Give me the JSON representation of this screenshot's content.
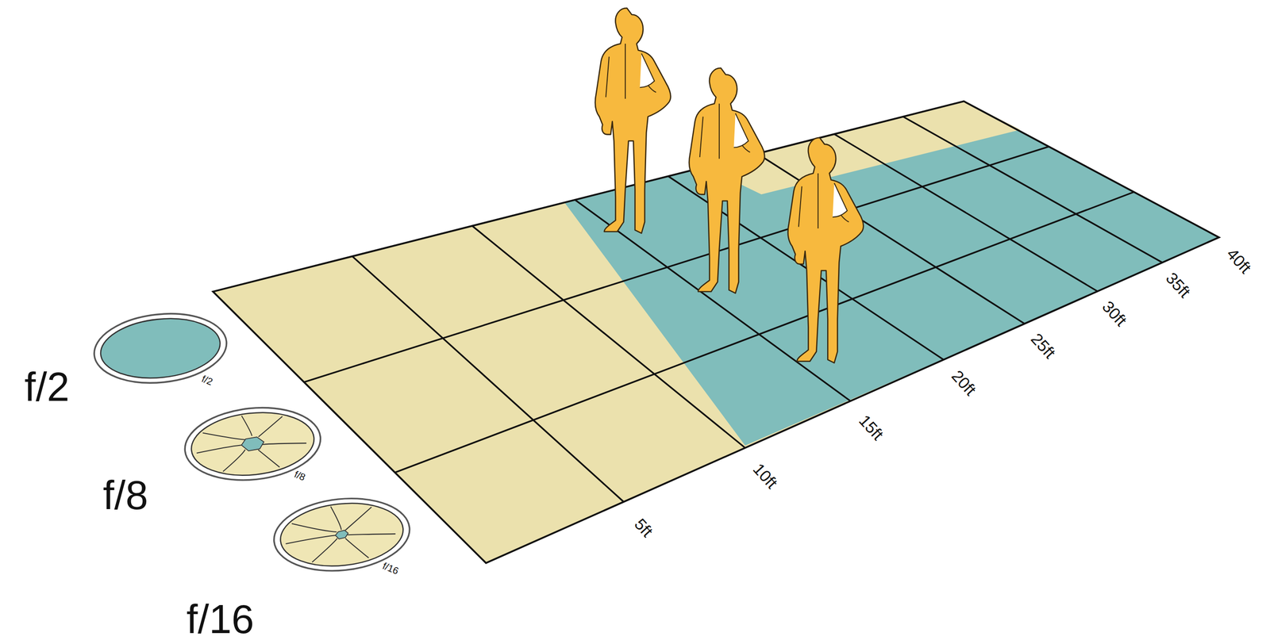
{
  "diagram": {
    "labels": [
      "f/2",
      "f/8",
      "f/16",
      "f/2",
      "f/8",
      "f/16",
      "5ft",
      "10ft",
      "15ft",
      "20ft",
      "25ft",
      "30ft",
      "35ft",
      "40ft"
    ]
  }
}
